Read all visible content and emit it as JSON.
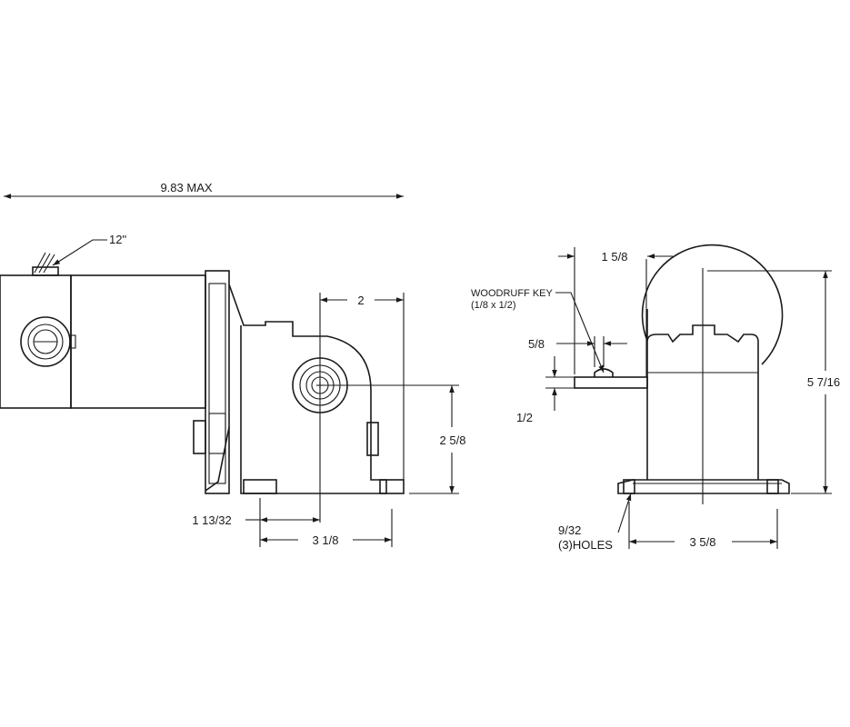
{
  "dimensions": {
    "overall_length": "9.83 MAX",
    "lead_length": "12\"",
    "shaft_offset_top": "2",
    "shaft_height": "2 5/8",
    "mount_hole_offset": "1 13/32",
    "mount_hole_spacing_side": "3 1/8",
    "shaft_extension": "1 5/8",
    "key_label": "WOODRUFF KEY",
    "key_size": "(1/8 x 1/2)",
    "key_position": "5/8",
    "shaft_diameter": "1/2",
    "overall_height": "5 7/16",
    "hole_size": "9/32",
    "hole_count": "(3)HOLES",
    "mount_hole_spacing_front": "3 5/8"
  }
}
